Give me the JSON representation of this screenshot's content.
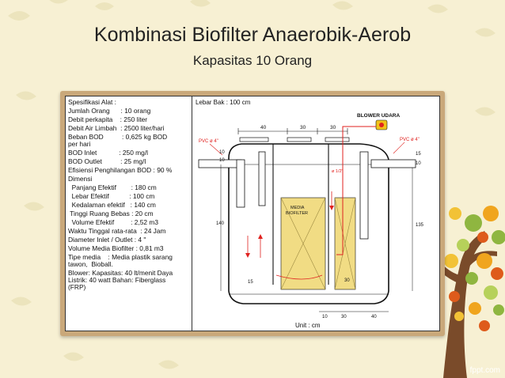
{
  "title": "Kombinasi Biofilter Anaerobik-Aerob",
  "subtitle": "Kapasitas 10 Orang",
  "spec": {
    "heading": "Spesifikasi Alat :",
    "lines": [
      "Jumlah Orang      : 10 orang",
      "Debit perkapita    : 250 liter",
      "Debit Air Limbah  : 2500 liter/hari",
      "Beban BOD          : 0,625 kg BOD",
      "per hari",
      "BOD Inlet            : 250 mg/l",
      "BOD Outlet          : 25 mg/l",
      "Efisiensi Penghilangan BOD : 90 %",
      "Dimensi",
      "  Panjang Efektif        : 180 cm",
      "  Lebar Efektif           : 100 cm",
      "  Kedalaman efektif   : 140 cm",
      " Tinggi Ruang Bebas : 20 cm",
      "  Volume Efektif         : 2,52 m3",
      "Waktu Tinggal rata-rata  : 24 Jam",
      "Diameter Inlet / Outlet : 4 \"",
      "Volume Media Biofilter : 0,81 m3",
      "Tipe media    : Media plastik sarang",
      "tawon,  Bioball.",
      "Blower: Kapasitas: 40 lt/menit Daya",
      "Listrik: 40 watt Bahan: Fiberglass",
      "(FRP)"
    ]
  },
  "drawing": {
    "width_label": "Lebar Bak : 100 cm",
    "blower_label": "BLOWER UDARA",
    "pvc_left": "PVC ø 4\"",
    "pvc_right": "PVC ø 4\"",
    "pipe_label": "ø 1/2\"",
    "media_label_1": "MEDIA",
    "media_label_2": "BIOFILTER",
    "unit_label": "Unit : cm",
    "dims": {
      "top_40": "40",
      "top_30a": "30",
      "top_30b": "30",
      "left_10a": "10",
      "left_10b": "10",
      "left_140": "140",
      "right_15": "15",
      "right_10": "10",
      "right_135": "135",
      "bottom_15": "15",
      "inner_30": "30",
      "bot_10": "10",
      "bot_30": "30",
      "bot_40": "40"
    }
  },
  "colors": {
    "background": "#f7f0d3",
    "card_border": "#c9a87a",
    "media_fill": "#f1dc84",
    "pipe_red": "#e0221f",
    "blower_yellow": "#f2c21a"
  },
  "watermark": "fppt.com"
}
